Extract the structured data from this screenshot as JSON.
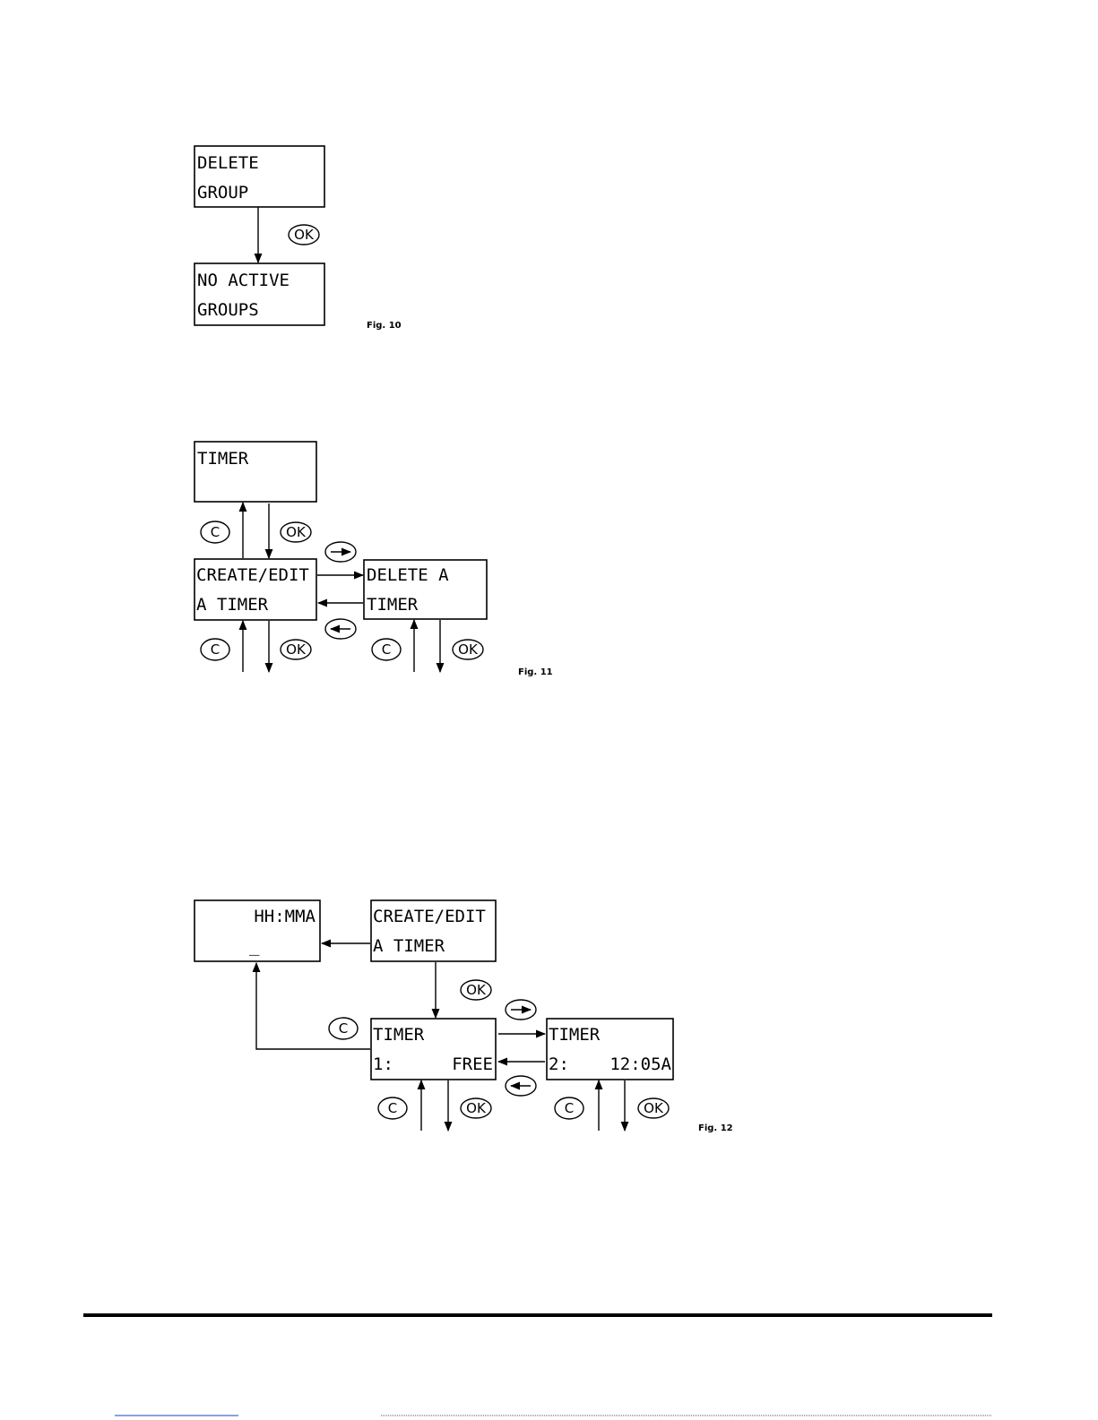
{
  "fig10": {
    "screen_delete_group": {
      "line1": "DELETE",
      "line2": "GROUP"
    },
    "screen_no_active_groups": {
      "line1": "NO ACTIVE",
      "line2": "GROUPS"
    },
    "ok_button": "OK",
    "caption": "Fig. 10"
  },
  "fig11": {
    "screen_timer": {
      "line1": "TIMER",
      "line2": ""
    },
    "screen_create_edit": {
      "line1": "CREATE/EDIT",
      "line2": "A TIMER"
    },
    "screen_delete_timer": {
      "line1": "DELETE A",
      "line2": "TIMER"
    },
    "c_button": "C",
    "ok_button": "OK",
    "caption": "Fig. 11"
  },
  "fig12": {
    "screen_time_entry": {
      "line1": "HH:MMA",
      "line2": "_"
    },
    "screen_create_edit": {
      "line1": "CREATE/EDIT",
      "line2": "A TIMER"
    },
    "screen_timer_1": {
      "line1": "TIMER",
      "slot": "1:",
      "status": "FREE"
    },
    "screen_timer_2": {
      "line1": "TIMER",
      "slot": "2:",
      "status": "12:05A"
    },
    "c_button": "C",
    "ok_button": "OK",
    "caption": "Fig. 12"
  },
  "colors": {
    "ink": "#000000",
    "paper": "#ffffff"
  }
}
